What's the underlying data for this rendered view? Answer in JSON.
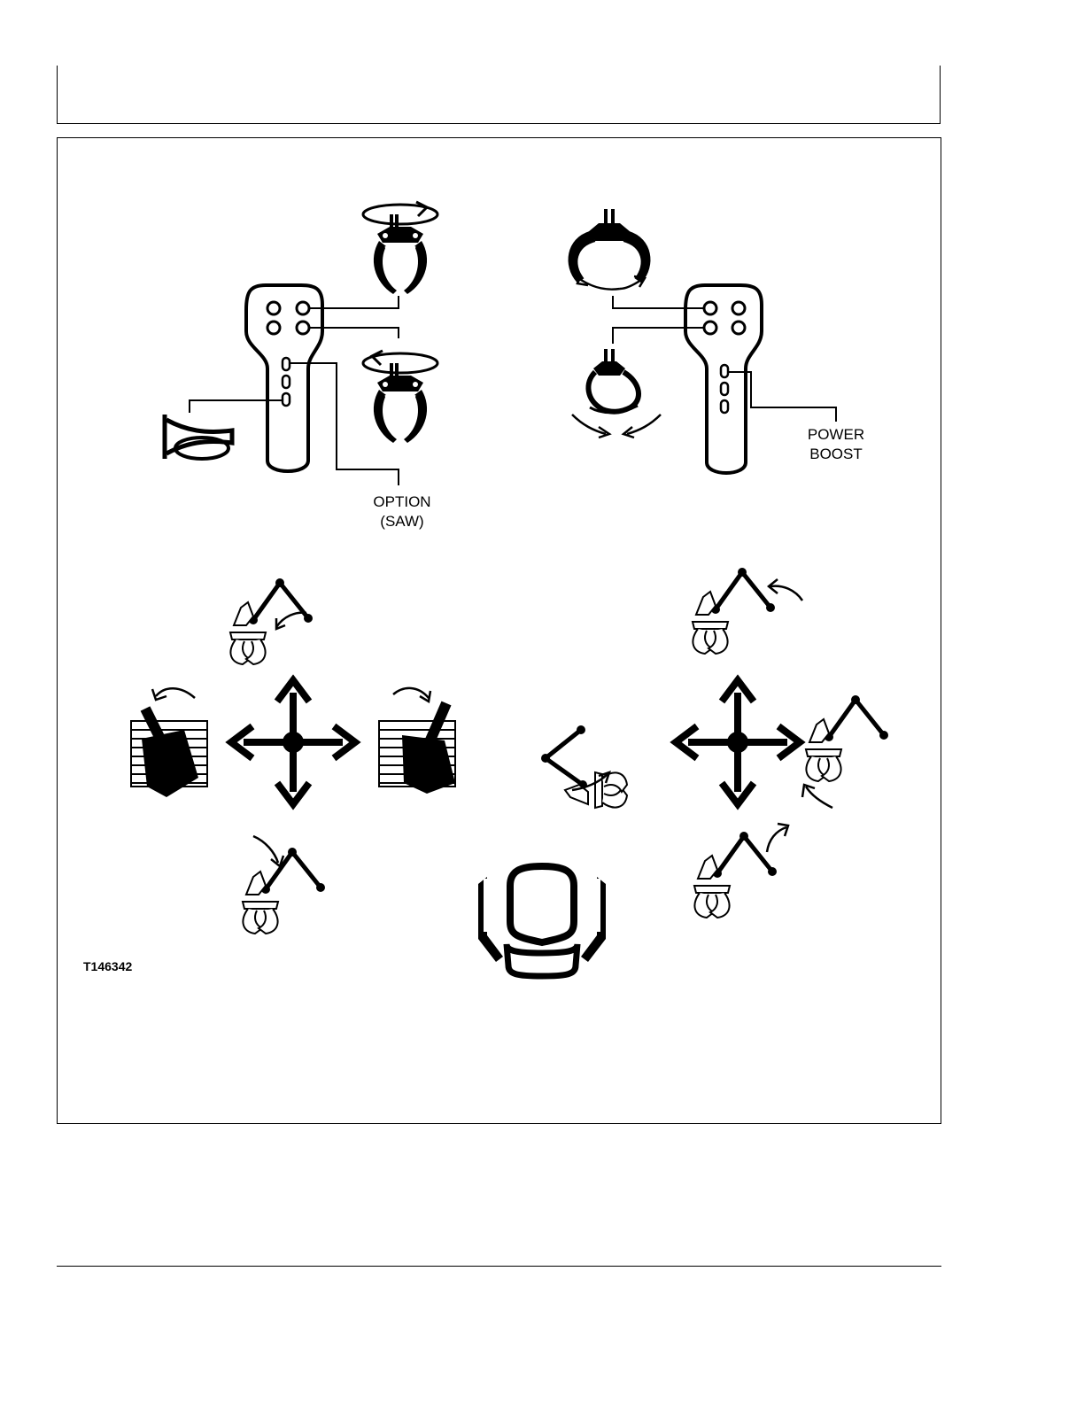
{
  "labels": {
    "option_line1": "OPTION",
    "option_line2": "(SAW)",
    "power_line1": "POWER",
    "power_line2": "BOOST"
  },
  "figure_code": "T146342",
  "icons": [
    "left-joystick-icon",
    "right-joystick-icon",
    "horn-icon",
    "grapple-rotate-icon",
    "grapple-open-close-icon",
    "boom-arm-icon",
    "travel-pedal-icon",
    "direction-cross-icon",
    "operator-seat-icon"
  ]
}
